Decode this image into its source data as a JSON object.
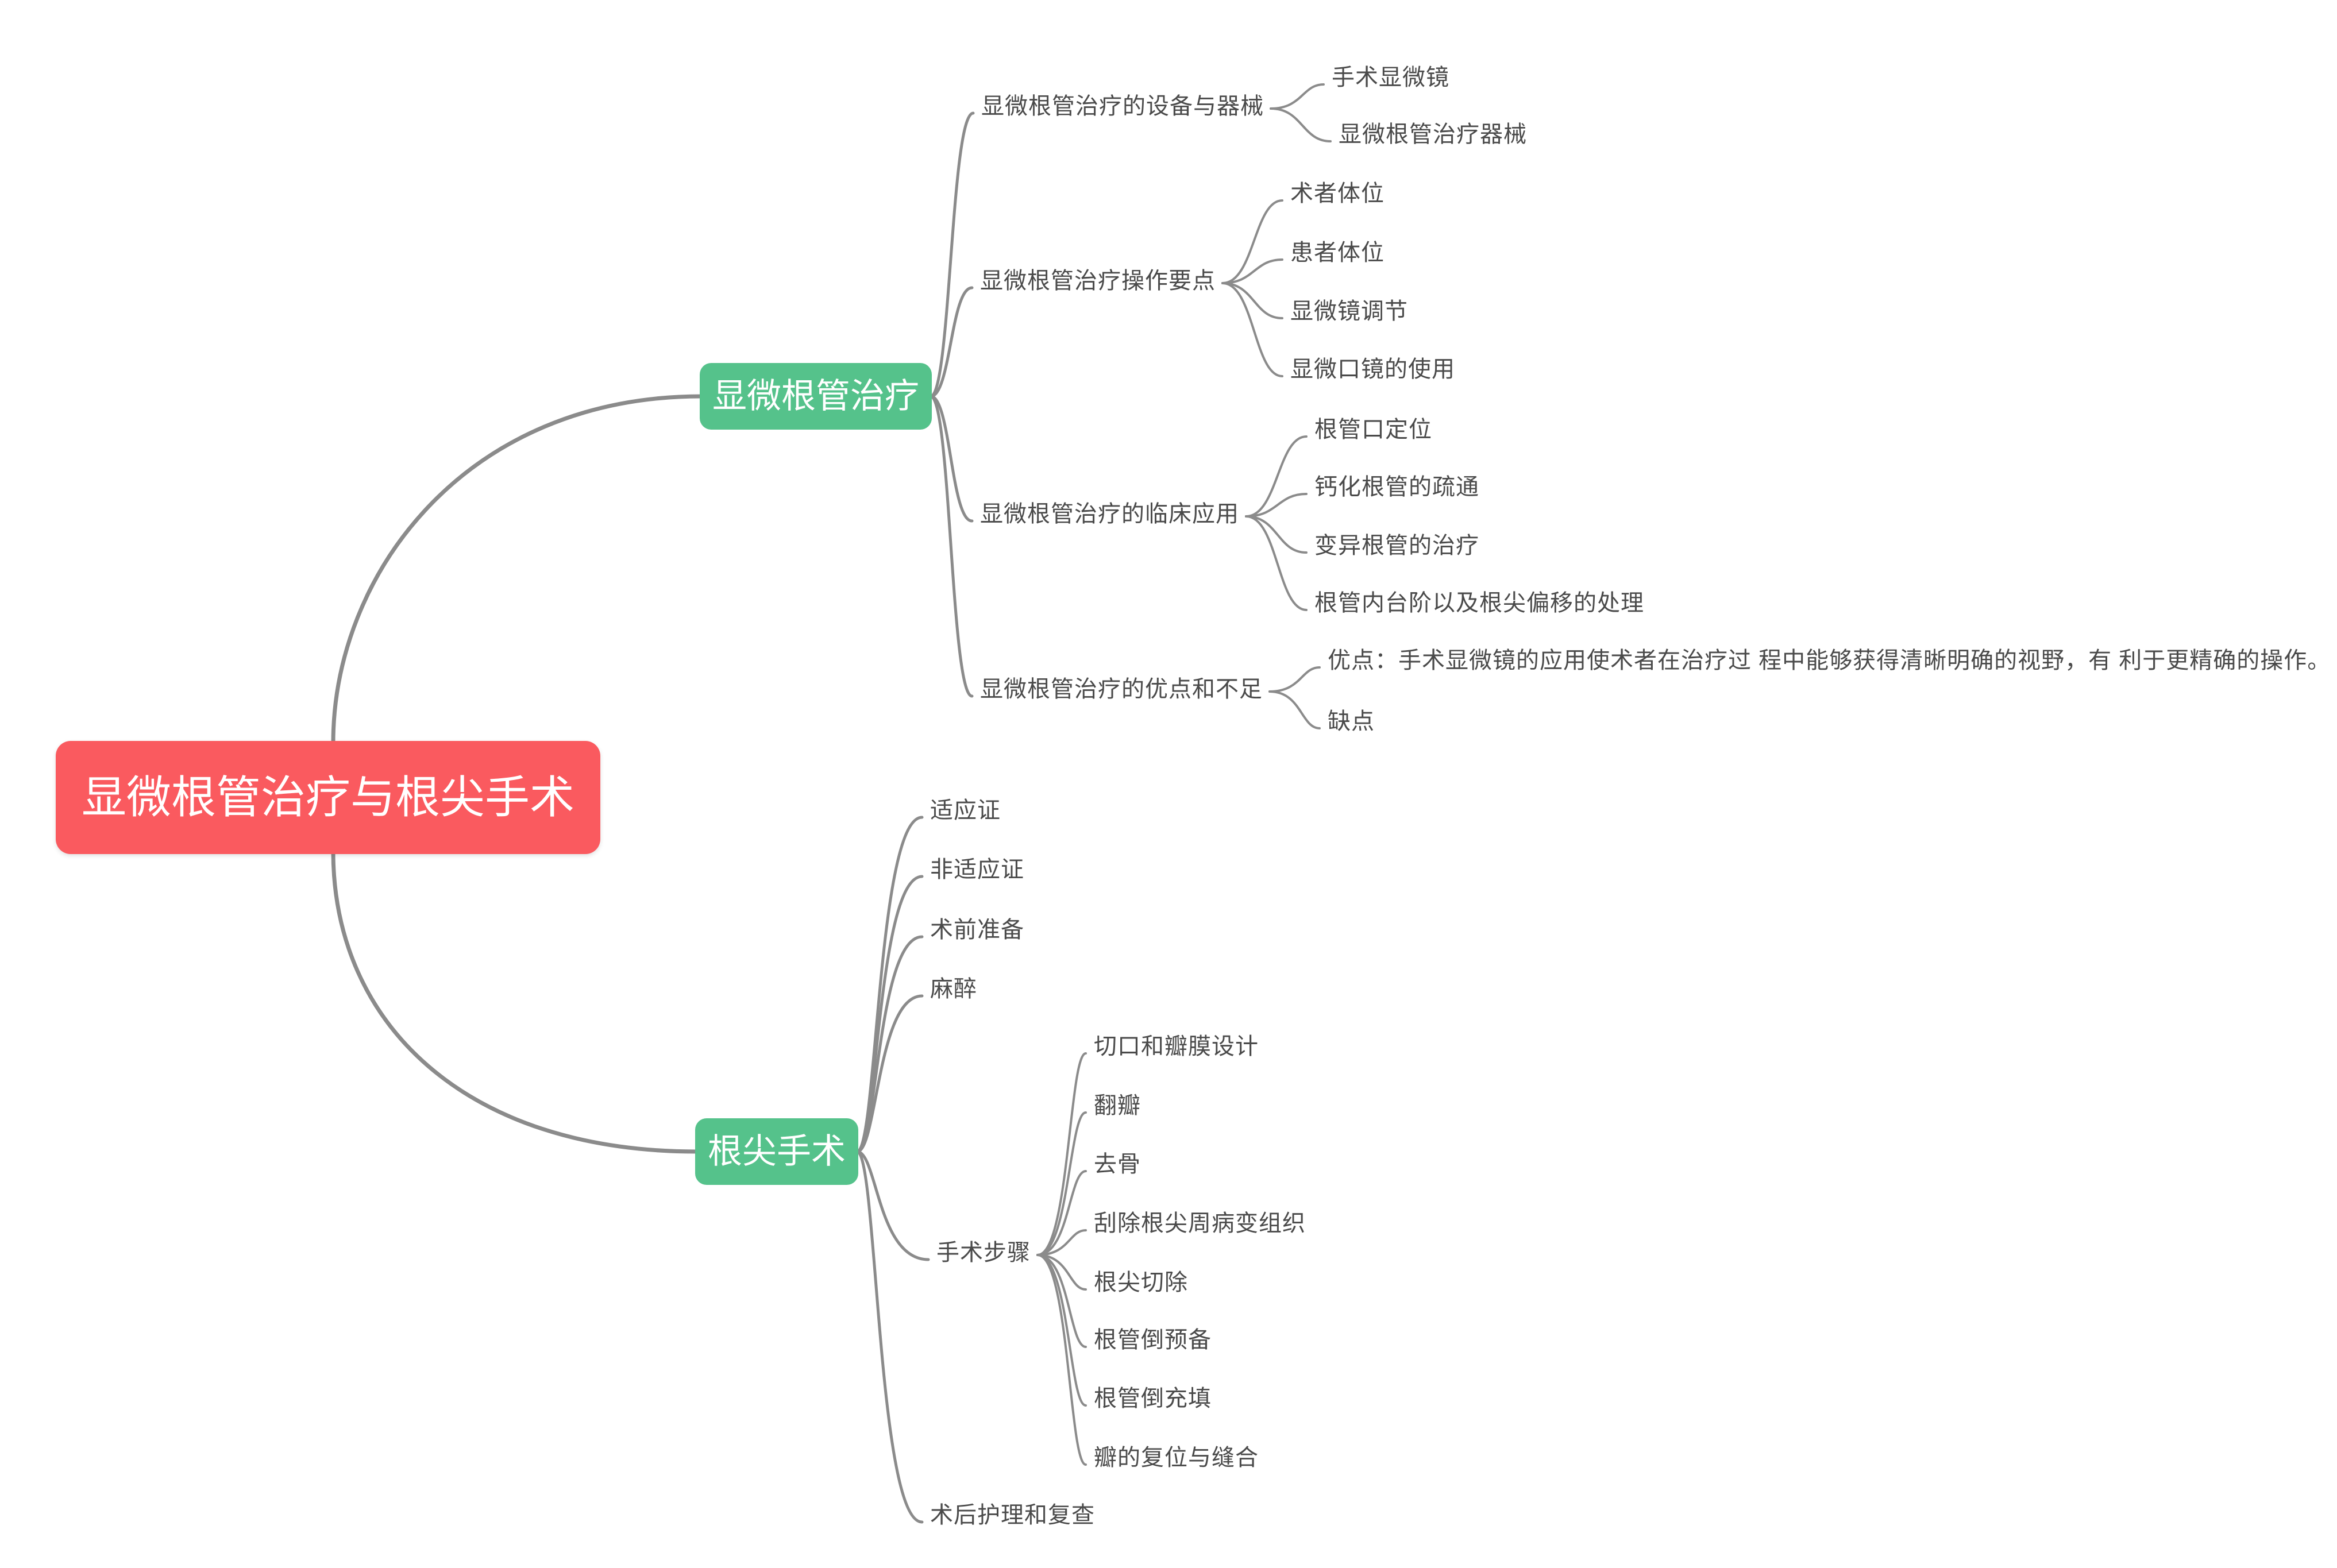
{
  "mindmap": {
    "colors": {
      "root_bg": "#FA5A5F",
      "branch_bg": "#55C28B",
      "line": "#8B8B8B",
      "text": "#4A4A4A"
    },
    "root": {
      "id": "root",
      "label": "显微根管治疗与根尖手术",
      "children": [
        {
          "id": "micro-endo",
          "label": "显微根管治疗",
          "children": [
            {
              "id": "equip",
              "label": "显微根管治疗的设备与器械",
              "children": [
                {
                  "id": "equip-1",
                  "label": "手术显微镜"
                },
                {
                  "id": "equip-2",
                  "label": "显微根管治疗器械"
                }
              ]
            },
            {
              "id": "op",
              "label": "显微根管治疗操作要点",
              "children": [
                {
                  "id": "op-1",
                  "label": "术者体位"
                },
                {
                  "id": "op-2",
                  "label": "患者体位"
                },
                {
                  "id": "op-3",
                  "label": "显微镜调节"
                },
                {
                  "id": "op-4",
                  "label": "显微口镜的使用"
                }
              ]
            },
            {
              "id": "clinical",
              "label": "显微根管治疗的临床应用",
              "children": [
                {
                  "id": "clinical-1",
                  "label": "根管口定位"
                },
                {
                  "id": "clinical-2",
                  "label": "钙化根管的疏通"
                },
                {
                  "id": "clinical-3",
                  "label": "变异根管的治疗"
                },
                {
                  "id": "clinical-4",
                  "label": "根管内台阶以及根尖偏移的处理"
                }
              ]
            },
            {
              "id": "pros-cons",
              "label": "显微根管治疗的优点和不足",
              "children": [
                {
                  "id": "pros",
                  "label": "优点：手术显微镜的应用使术者在治疗过 程中能够获得清晰明确的视野，有 利于更精确的操作。"
                },
                {
                  "id": "cons",
                  "label": "缺点"
                }
              ]
            }
          ]
        },
        {
          "id": "apical-surgery",
          "label": "根尖手术",
          "children": [
            {
              "id": "indication",
              "label": "适应证"
            },
            {
              "id": "non-indication",
              "label": "非适应证"
            },
            {
              "id": "prep",
              "label": "术前准备"
            },
            {
              "id": "anesthesia",
              "label": "麻醉"
            },
            {
              "id": "steps",
              "label": "手术步骤",
              "children": [
                {
                  "id": "steps-1",
                  "label": "切口和瓣膜设计"
                },
                {
                  "id": "steps-2",
                  "label": "翻瓣"
                },
                {
                  "id": "steps-3",
                  "label": "去骨"
                },
                {
                  "id": "steps-4",
                  "label": "刮除根尖周病变组织"
                },
                {
                  "id": "steps-5",
                  "label": "根尖切除"
                },
                {
                  "id": "steps-6",
                  "label": "根管倒预备"
                },
                {
                  "id": "steps-7",
                  "label": "根管倒充填"
                },
                {
                  "id": "steps-8",
                  "label": "瓣的复位与缝合"
                }
              ]
            },
            {
              "id": "post-op",
              "label": "术后护理和复查"
            }
          ]
        }
      ]
    }
  }
}
